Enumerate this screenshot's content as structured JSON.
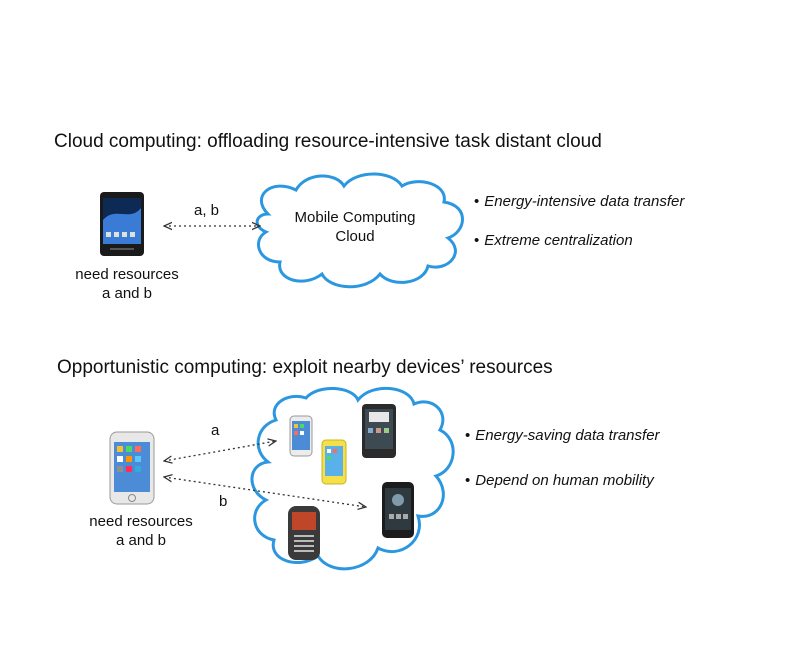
{
  "section1": {
    "heading": "Cloud computing: offloading resource-intensive task distant cloud",
    "device_caption_line1": "need resources",
    "device_caption_line2": "a and b",
    "edge_label": "a, b",
    "cloud_label_line1": "Mobile Computing",
    "cloud_label_line2": "Cloud",
    "bullets": [
      "Energy-intensive data transfer",
      "Extreme centralization"
    ]
  },
  "section2": {
    "heading": "Opportunistic computing: exploit nearby devices’ resources",
    "device_caption_line1": "need resources",
    "device_caption_line2": "a and b",
    "edge_label_a": "a",
    "edge_label_b": "b",
    "bullets": [
      "Energy-saving data transfer",
      "Depend on human mobility"
    ]
  },
  "bullet_glyph": "•",
  "colors": {
    "cloud_stroke": "#2b97e0",
    "arrow": "#333333"
  },
  "icons": [
    "phone-sony-icon",
    "phone-iphone-icon",
    "phone-iphone-small-icon",
    "phone-yellow-icon",
    "phone-htc-icon",
    "phone-nexus-icon",
    "phone-blackberry-icon"
  ]
}
